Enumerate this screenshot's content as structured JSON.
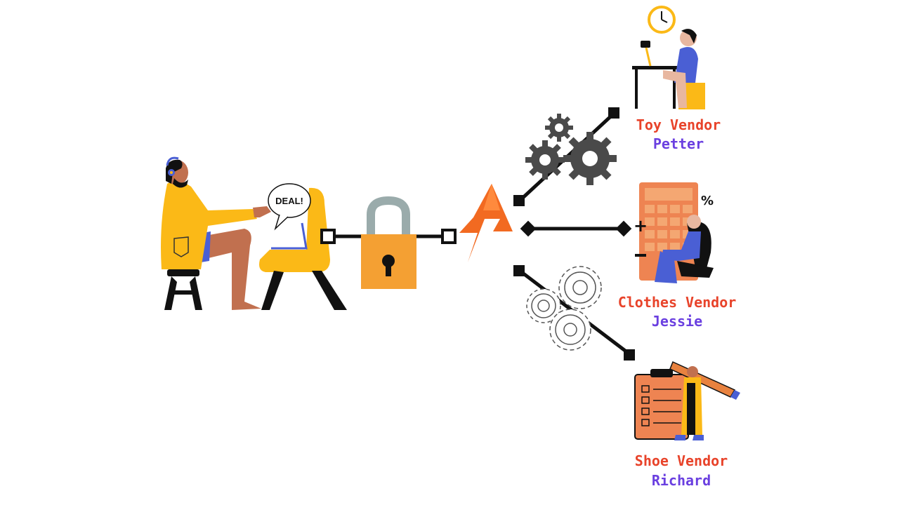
{
  "speech_bubble": {
    "text": "DEAL!"
  },
  "vendors": [
    {
      "title": "Toy Vendor",
      "name": "Petter"
    },
    {
      "title": "Clothes Vendor",
      "name": "Jessie"
    },
    {
      "title": "Shoe Vendor",
      "name": "Richard"
    }
  ],
  "colors": {
    "vendor_title": "#e8432a",
    "vendor_name": "#6a3fe0",
    "yellow": "#fbb917",
    "orange": "#f4a033",
    "gear_dark": "#4a4a4a",
    "connector": "#111111",
    "logo_orange": "#f26a21"
  },
  "icons": {
    "lock": "padlock-icon",
    "logo": "orange-lightning-a-logo",
    "gears_top": "dark-gears-icon",
    "gears_bottom": "outline-gears-icon"
  }
}
